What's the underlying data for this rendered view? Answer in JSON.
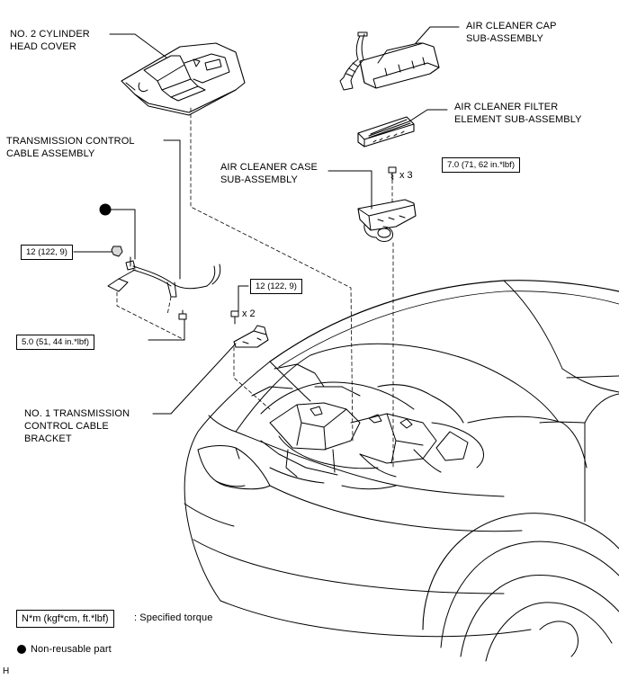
{
  "labels": {
    "cylinder_head_cover": "NO. 2 CYLINDER\nHEAD COVER",
    "air_cleaner_cap": "AIR CLEANER CAP\nSUB-ASSEMBLY",
    "air_cleaner_filter": "AIR CLEANER FILTER\nELEMENT SUB-ASSEMBLY",
    "transmission_cable": "TRANSMISSION CONTROL\nCABLE ASSEMBLY",
    "air_cleaner_case": "AIR CLEANER CASE\nSUB-ASSEMBLY",
    "transmission_bracket": "NO. 1 TRANSMISSION\nCONTROL CABLE\nBRACKET"
  },
  "torques": {
    "case_bolts": "7.0 (71, 62 in.*lbf)",
    "cable_nut": "12 (122, 9)",
    "bracket_bolts": "12 (122, 9)",
    "cable_bolt": "5.0 (51, 44 in.*lbf)"
  },
  "quantities": {
    "case_bolts": "x 3",
    "bracket_bolts": "x 2"
  },
  "legend": {
    "torque_units": "N*m (kgf*cm, ft.*lbf)",
    "torque_desc": ": Specified torque",
    "nonreusable_desc": "Non-reusable part"
  },
  "corner_mark": "H"
}
